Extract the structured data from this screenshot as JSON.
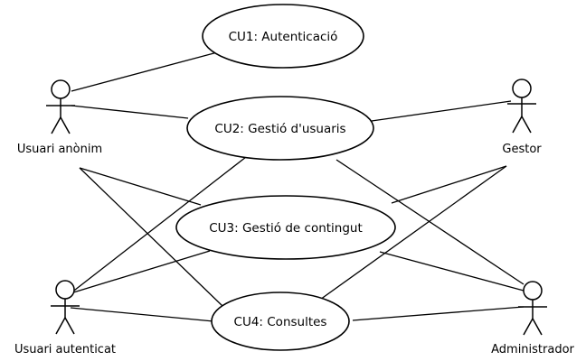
{
  "use_cases": {
    "cu1": "CU1: Autenticació",
    "cu2": "CU2: Gestió d'usuaris",
    "cu3": "CU3: Gestió de contingut",
    "cu4": "CU4: Consultes"
  },
  "actors": {
    "anonim": "Usuari anònim",
    "gestor": "Gestor",
    "autenticat": "Usuari autenticat",
    "admin": "Administrador"
  }
}
